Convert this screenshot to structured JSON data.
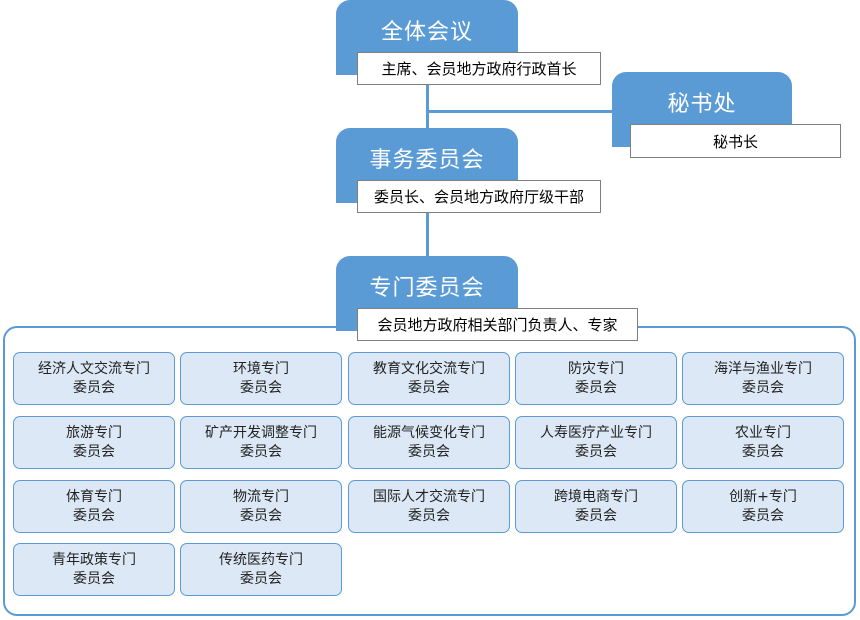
{
  "nodes": {
    "plenary": {
      "title": "全体会议",
      "members": "主席、会员地方政府行政首长"
    },
    "secretariat": {
      "title": "秘书处",
      "members": "秘书长"
    },
    "executive": {
      "title": "事务委员会",
      "members": "委员长、会员地方政府厅级干部"
    },
    "special": {
      "title": "专门委员会",
      "members": "会员地方政府相关部门负责人、专家"
    }
  },
  "committees": [
    {
      "line1": "经济人文交流专门",
      "line2": "委员会"
    },
    {
      "line1": "环境专门",
      "line2": "委员会"
    },
    {
      "line1": "教育文化交流专门",
      "line2": "委员会"
    },
    {
      "line1": "防灾专门",
      "line2": "委员会"
    },
    {
      "line1": "海洋与渔业专门",
      "line2": "委员会"
    },
    {
      "line1": "旅游专门",
      "line2": "委员会"
    },
    {
      "line1": "矿产开发调整专门",
      "line2": "委员会"
    },
    {
      "line1": "能源气候变化专门",
      "line2": "委员会"
    },
    {
      "line1": "人寿医疗产业专门",
      "line2": "委员会"
    },
    {
      "line1": "农业专门",
      "line2": "委员会"
    },
    {
      "line1": "体育专门",
      "line2": "委员会"
    },
    {
      "line1": "物流专门",
      "line2": "委员会"
    },
    {
      "line1": "国际人才交流专门",
      "line2": "委员会"
    },
    {
      "line1": "跨境电商专门",
      "line2": "委员会"
    },
    {
      "line1": "创新+专门",
      "line2": "委员会"
    },
    {
      "line1": "青年政策专门",
      "line2": "委员会"
    },
    {
      "line1": "传统医药专门",
      "line2": "委员会"
    }
  ],
  "colors": {
    "node": "#5b9bd5",
    "committee_fill": "#dce8f5",
    "border": "#5b9bd5"
  }
}
